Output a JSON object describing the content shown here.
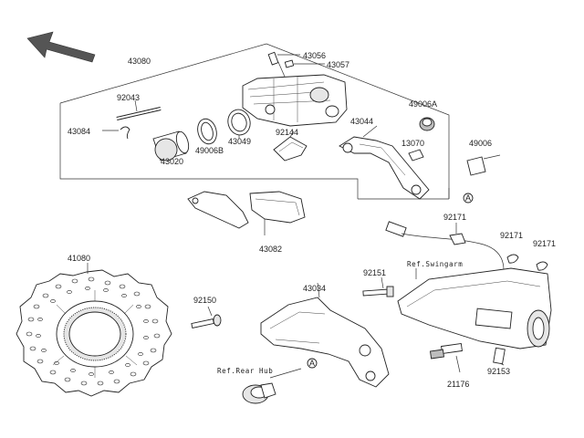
{
  "labels": {
    "l43080": "43080",
    "l43056": "43056",
    "l43057": "43057",
    "l92043": "92043",
    "l43084": "43084",
    "l43049": "43049",
    "l43020": "43020",
    "l49006B": "49006B",
    "l92144": "92144",
    "l43044": "43044",
    "l49006A": "49006A",
    "l13070": "13070",
    "l49006": "49006",
    "l43082": "43082",
    "l92171a": "92171",
    "l92171b": "92171",
    "l92171c": "92171",
    "l41080": "41080",
    "l92150": "92150",
    "l92151": "92151",
    "l43034": "43034",
    "l92153": "92153",
    "l21176": "21176",
    "ref_swingarm": "Ref.Swingarm",
    "ref_rearhub": "Ref.Rear Hub",
    "markerA1": "A",
    "markerA2": "A"
  },
  "icons": {
    "direction_arrow": "front-direction-arrow-icon"
  }
}
